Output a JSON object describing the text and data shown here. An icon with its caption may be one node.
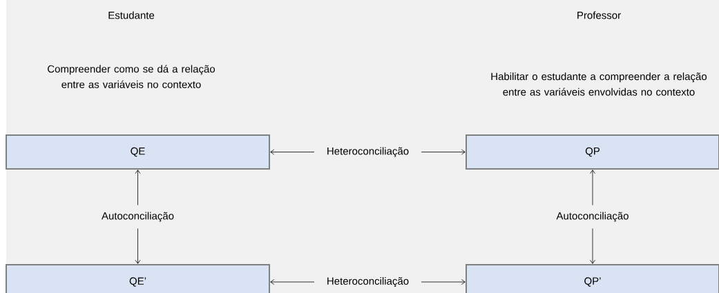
{
  "diagram": {
    "nodes": [
      {
        "text": [
          "QE"
        ]
      },
      {
        "text": [
          "QP"
        ]
      },
      {
        "text": [
          "QE’"
        ]
      },
      {
        "text": [
          "QP’"
        ]
      }
    ],
    "edges": [
      {
        "from": 0,
        "to": 1,
        "arrow": "both",
        "label": "Heteroconciliação"
      },
      {
        "from": 0,
        "to": 2,
        "arrow": "both",
        "label": "Autoconciliação"
      },
      {
        "from": 1,
        "to": 3,
        "arrow": "both",
        "label": "Autoconciliação"
      },
      {
        "from": 2,
        "to": 3,
        "arrow": "both",
        "label": "Heteroconciliação"
      }
    ],
    "labels": [
      "Estudante",
      "Professor",
      "Compreender como se dá a relação entre as variáveis no contexto",
      "Habilitar o estudante a compreender a relação entre as variáveis envolvidas no contexto"
    ]
  }
}
